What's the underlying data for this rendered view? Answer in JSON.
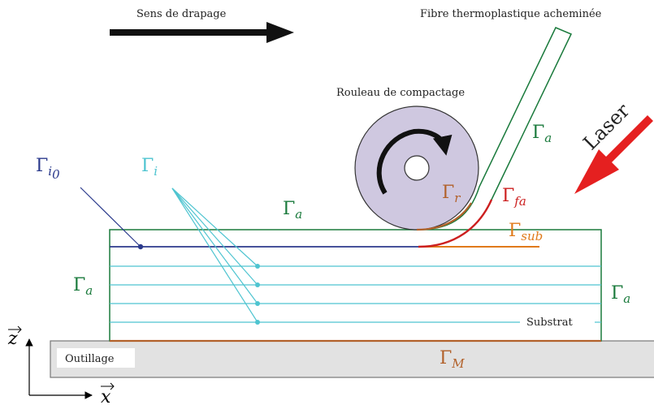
{
  "labels": {
    "sens_drapage": "Sens de drapage",
    "fibre": "Fibre thermoplastique acheminée",
    "rouleau": "Rouleau de compactage",
    "laser": "Laser",
    "substrat": "Substrat",
    "outillage": "Outillage"
  },
  "boundaries": {
    "gamma": "Γ",
    "a": "a",
    "i0": "i",
    "i0_sub": "0",
    "i": "i",
    "r": "r",
    "fa": "fa",
    "sub": "sub",
    "M": "M"
  },
  "axes": {
    "z": "z",
    "x": "x"
  },
  "colors": {
    "green": "#1a7a3c",
    "dark_blue": "#2b3a8c",
    "light_blue": "#4ec4d0",
    "red": "#cc1f1f",
    "orange": "#e07a1a",
    "brown": "#b2612a",
    "roller_fill": "#cfc8e0",
    "tool_fill": "#e2e2e2"
  }
}
